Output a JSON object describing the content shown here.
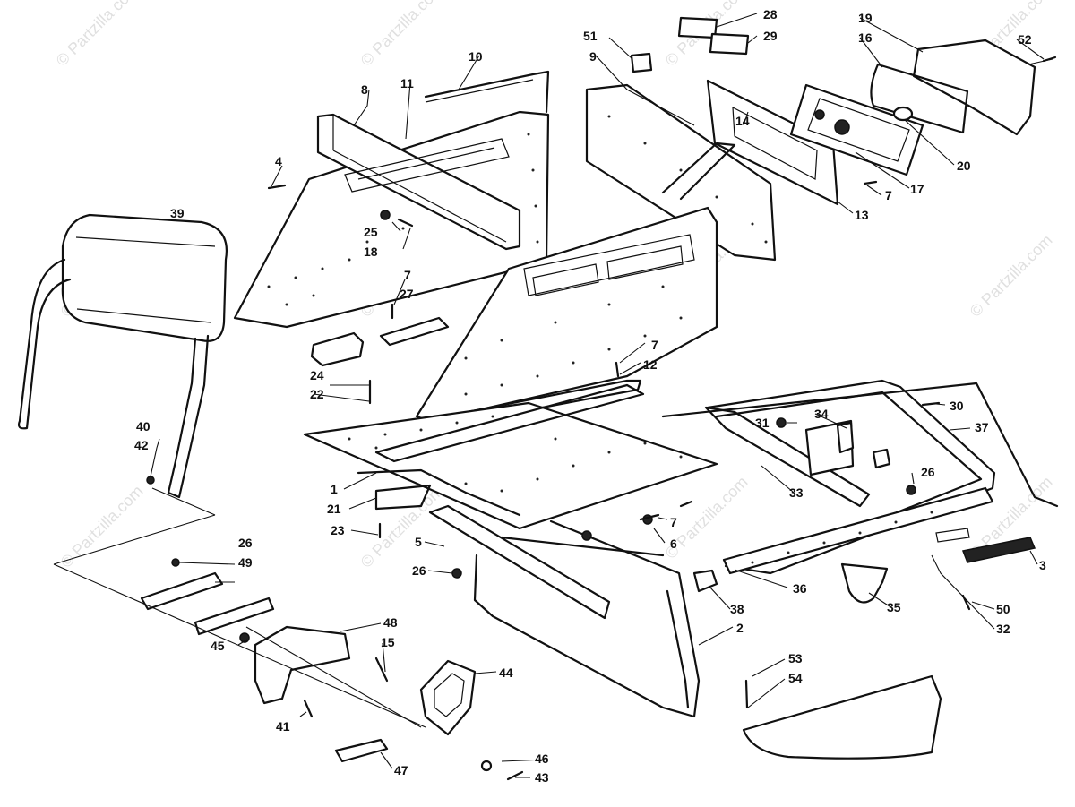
{
  "watermark": "© Partzilla.com",
  "callouts": [
    "1",
    "2",
    "3",
    "4",
    "5",
    "6",
    "7",
    "8",
    "9",
    "10",
    "11",
    "12",
    "13",
    "14",
    "15",
    "16",
    "17",
    "18",
    "19",
    "20",
    "21",
    "22",
    "23",
    "24",
    "25",
    "26",
    "27",
    "28",
    "29",
    "30",
    "31",
    "32",
    "33",
    "34",
    "35",
    "36",
    "37",
    "38",
    "39",
    "40",
    "41",
    "42",
    "43",
    "44",
    "45",
    "46",
    "47",
    "48",
    "49",
    "50",
    "51",
    "52",
    "53",
    "54"
  ]
}
